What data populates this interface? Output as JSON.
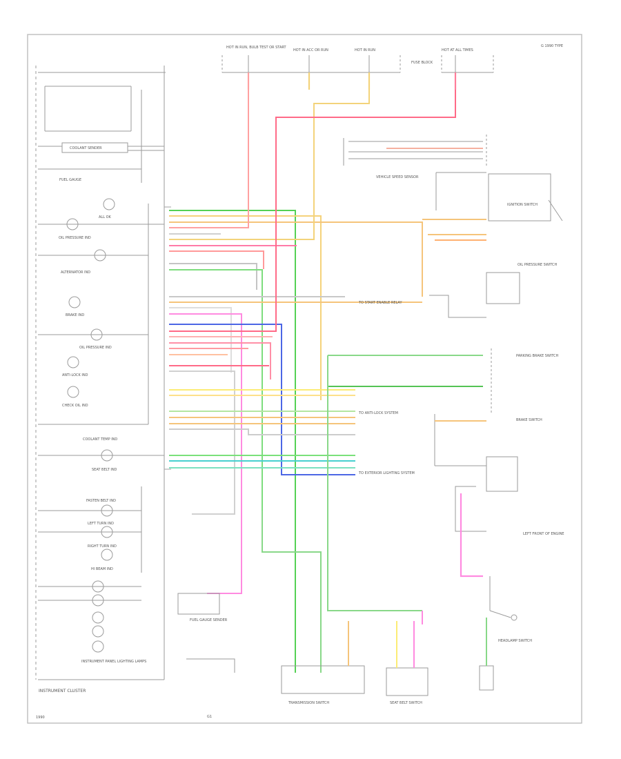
{
  "diagram": {
    "header": {
      "fuse_hot_run": "HOT IN RUN, BULB TEST OR START",
      "fuse_hot_acc": "HOT IN ACC OR RUN",
      "fuse_hot_run2": "HOT IN RUN",
      "fuse_hot_always": "HOT AT ALL TIMES",
      "fuse_ref": "FUSE BLOCK",
      "corner_id": "G 1990 TYPE"
    },
    "cluster": {
      "title": "INSTRUMENT CLUSTER",
      "fuel_gauge": "FUEL GAUGE",
      "coolant_sender": "COOLANT SENDER",
      "indicators": [
        "ALL OK",
        "OIL PRESSURE IND",
        "ALTERNATOR IND",
        "BRAKE IND",
        "OIL PRESSURE IND",
        "ANTI-LOCK IND",
        "CHECK OIL IND",
        "COOLANT TEMP IND",
        "SEAT BELT IND",
        "FASTEN BELT IND",
        "LEFT TURN IND",
        "RIGHT TURN IND",
        "HI BEAM IND"
      ],
      "panel_lamps": "INSTRUMENT PANEL LIGHTING LAMPS"
    },
    "components": {
      "vss": "VEHICLE SPEED SENSOR",
      "ignition_switch": "IGNITION SWITCH",
      "oil_pressure_switch": "OIL PRESSURE SWITCH",
      "fuel_sender": "FUEL GAUGE SENDER",
      "transmission_switch": "TRANSMISSION SWITCH",
      "brake_switch": "BRAKE SWITCH",
      "parking_brake": "PARKING BRAKE SWITCH",
      "seatbelt_switch": "SEAT BELT SWITCH",
      "to_starter": "TO START ENABLE RELAY",
      "to_abs": "TO ANTI-LOCK SYSTEM",
      "to_lighting": "TO EXTERIOR LIGHTING SYSTEM",
      "ground": "G1",
      "left_kick": "LEFT FRONT OF ENGINE",
      "headlamp_switch": "HEADLAMP SWITCH"
    },
    "footer": {
      "code": "1990"
    }
  }
}
